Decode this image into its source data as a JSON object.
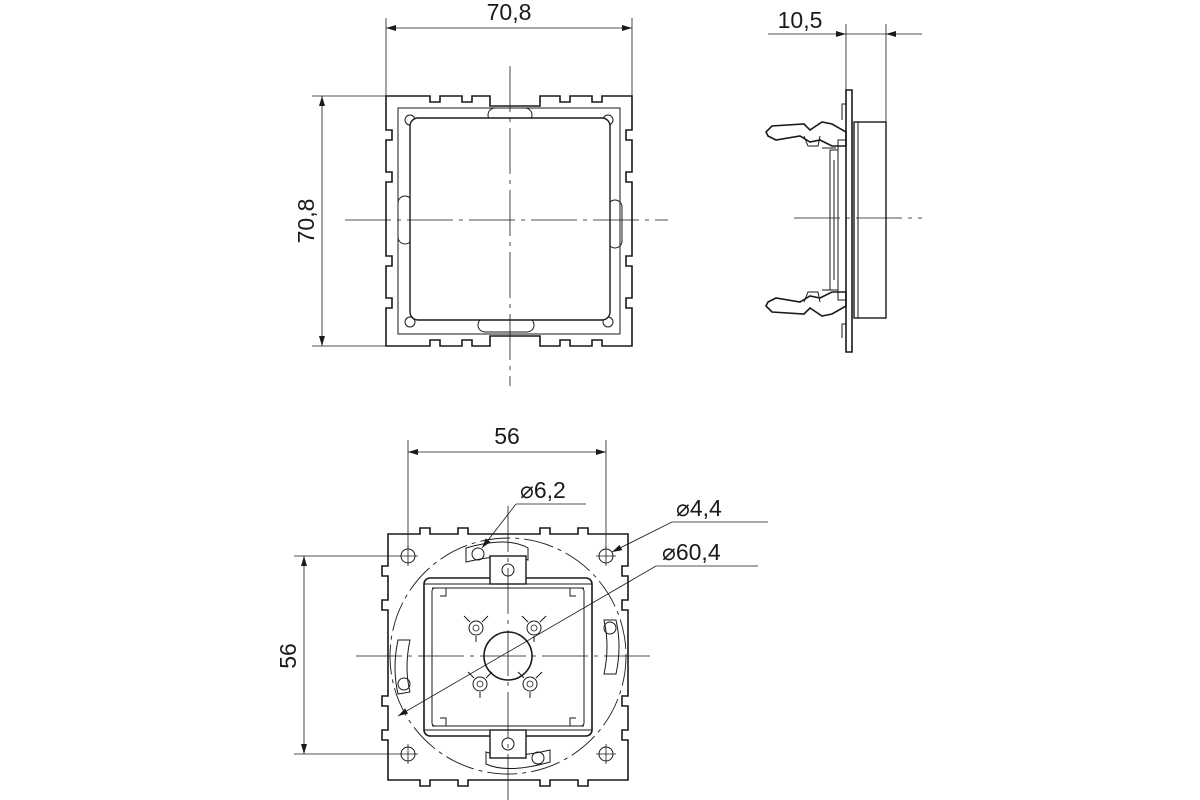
{
  "dimensions": {
    "front_width": "70,8",
    "front_height": "70,8",
    "side_depth": "10,5",
    "mount_width": "56",
    "mount_height": "56",
    "hole_small": "⌀6,2",
    "hole_corner": "⌀4,4",
    "circle_pitch": "⌀60,4"
  }
}
